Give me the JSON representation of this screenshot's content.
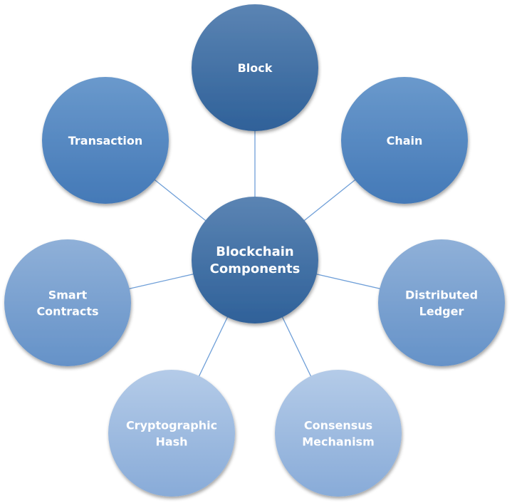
{
  "diagram": {
    "type": "radial-hub",
    "connector_color": "#6f9fd8",
    "hub": {
      "label_lines": [
        "Blockchain",
        "Components"
      ],
      "color_top": "#5b84b3",
      "color_bottom": "#2f6199"
    },
    "nodes": [
      {
        "id": "block",
        "label_lines": [
          "Block"
        ],
        "color_top": "#5b84b3",
        "color_bottom": "#2f6199"
      },
      {
        "id": "chain",
        "label_lines": [
          "Chain"
        ],
        "color_top": "#6a99cc",
        "color_bottom": "#4479b7"
      },
      {
        "id": "distributed-ledger",
        "label_lines": [
          "Distributed",
          "Ledger"
        ],
        "color_top": "#8fb0d8",
        "color_bottom": "#6592c8"
      },
      {
        "id": "consensus-mechanism",
        "label_lines": [
          "Consensus",
          "Mechanism"
        ],
        "color_top": "#b4cbe8",
        "color_bottom": "#88abd8"
      },
      {
        "id": "cryptographic-hash",
        "label_lines": [
          "Cryptographic",
          "Hash"
        ],
        "color_top": "#b4cbe8",
        "color_bottom": "#88abd8"
      },
      {
        "id": "smart-contracts",
        "label_lines": [
          "Smart",
          "Contracts"
        ],
        "color_top": "#8fb0d8",
        "color_bottom": "#6592c8"
      },
      {
        "id": "transaction",
        "label_lines": [
          "Transaction"
        ],
        "color_top": "#6a99cc",
        "color_bottom": "#4479b7"
      }
    ]
  }
}
